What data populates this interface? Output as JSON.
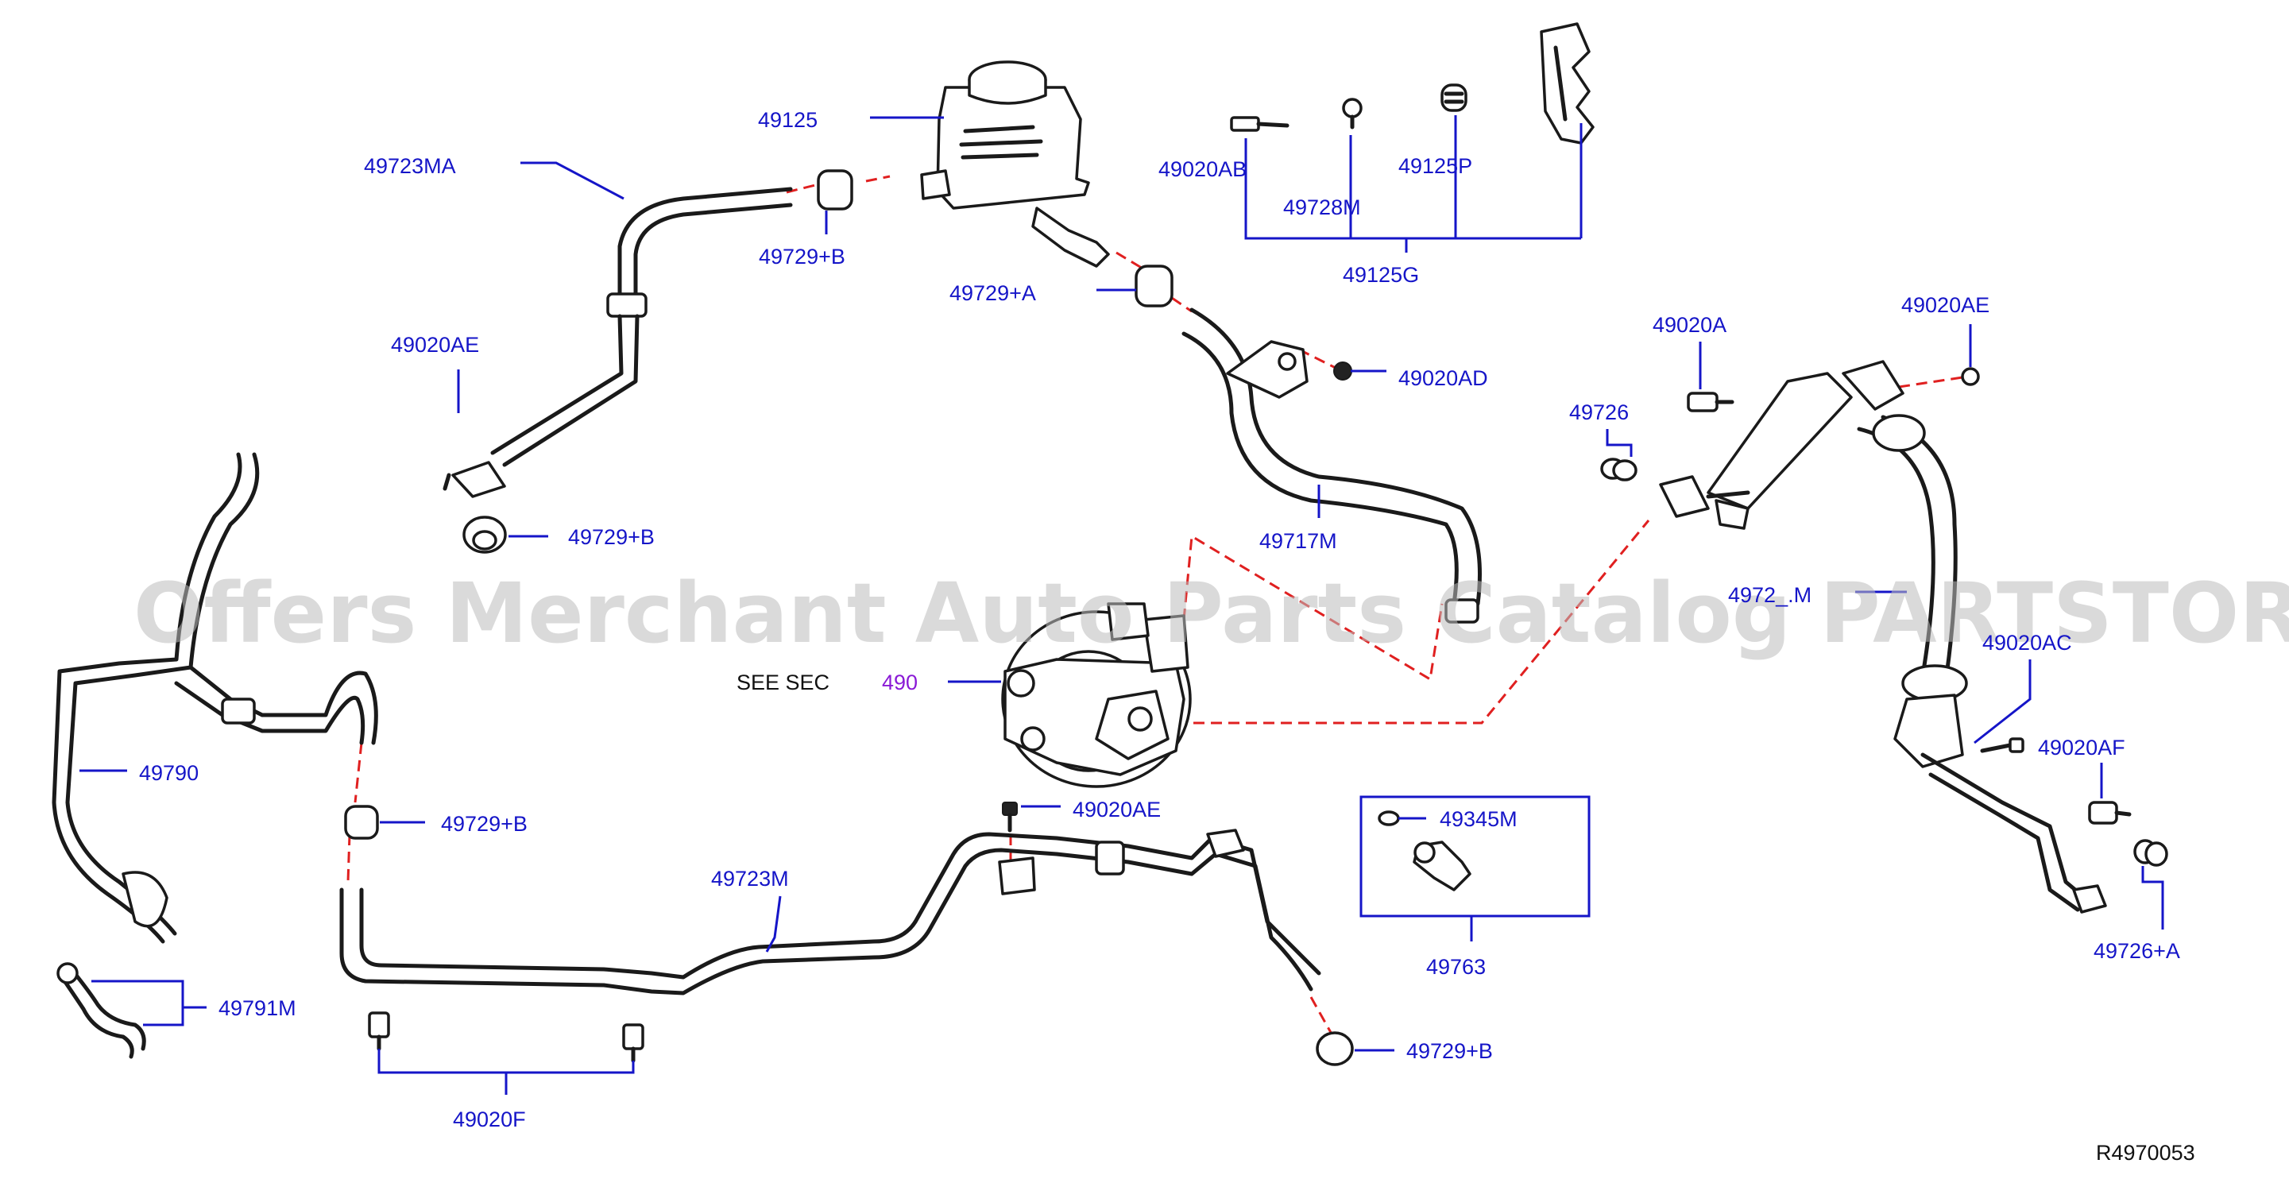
{
  "diagram": {
    "drawing_code": "R4970053",
    "see_sec_text": "SEE   SEC",
    "see_sec_number": "490",
    "watermark": "Offers Merchant Auto Parts Catalog PARTSTORE.SA"
  },
  "labels": {
    "p49125": "49125",
    "p49723MA": "49723MA",
    "p49729B_top": "49729+B",
    "p49729A": "49729+A",
    "p49020AB": "49020AB",
    "p49728M": "49728M",
    "p49125P": "49125P",
    "p49125G": "49125G",
    "p49020AE_left": "49020AE",
    "p49020AD": "49020AD",
    "p49020A": "49020A",
    "p49020AE_right": "49020AE",
    "p49726": "49726",
    "p49717M": "49717M",
    "p49729B_mid": "49729+B",
    "p4972xM": "4972_.M",
    "p49020AC": "49020AC",
    "p49790": "49790",
    "p49729B_low": "49729+B",
    "p49020AE_low": "49020AE",
    "p49345M": "49345M",
    "p49020AF": "49020AF",
    "p49723M": "49723M",
    "p49763": "49763",
    "p49726A": "49726+A",
    "p49791M": "49791M",
    "p49729B_bottom": "49729+B",
    "p49020F": "49020F"
  },
  "colors": {
    "label": "#1515c8",
    "section_ref": "#8a1ad6",
    "dash": "#e02020",
    "line": "#1a1a1a",
    "leader": "#1515c8"
  }
}
